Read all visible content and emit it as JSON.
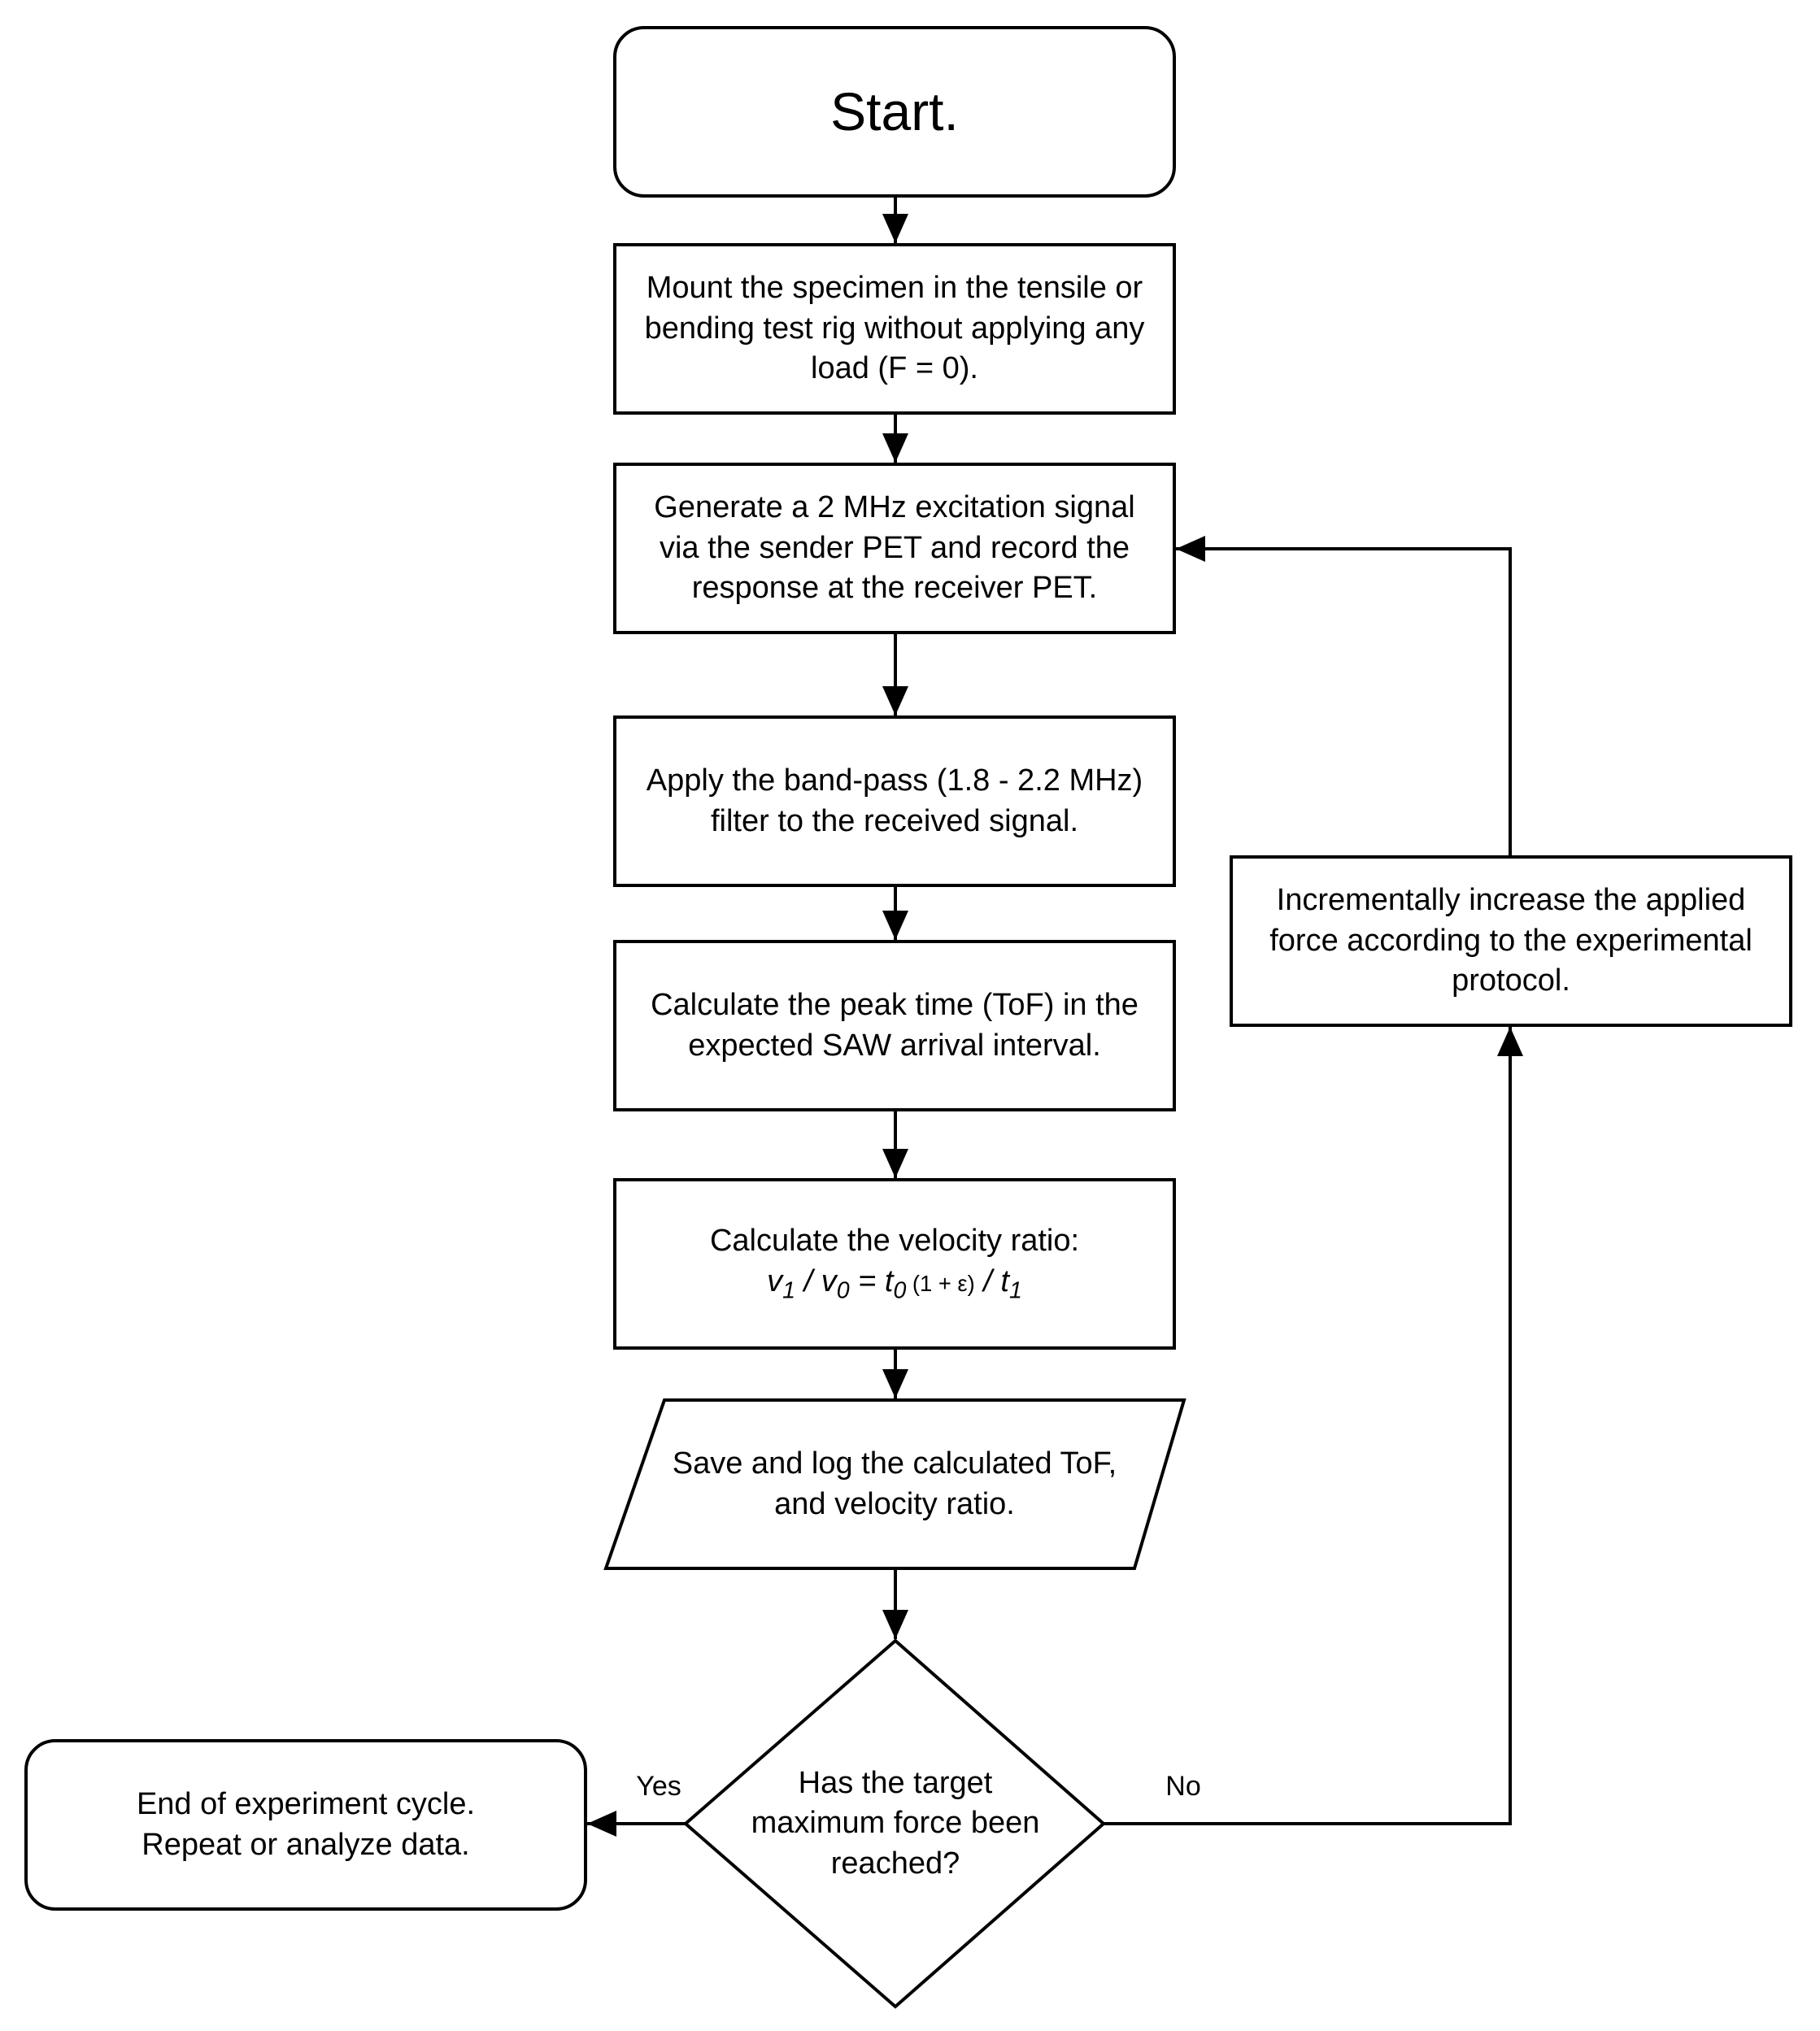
{
  "nodes": {
    "start": "Start.",
    "mount": [
      "Mount the specimen in the tensile or",
      "bending test rig without applying any",
      "load (F = 0)."
    ],
    "generate": [
      "Generate a 2 MHz excitation signal",
      "via the sender PET and record the",
      "response at the receiver PET."
    ],
    "filter": [
      "Apply the band-pass (1.8 - 2.2 MHz)",
      "filter to the received signal."
    ],
    "peak": [
      "Calculate the peak time (ToF) in the",
      "expected SAW arrival interval."
    ],
    "velocity": {
      "line1": "Calculate the velocity ratio:",
      "v": "v",
      "sub1": "1",
      "slash": " / ",
      "v0": "v",
      "sub0": "0",
      "eq": " = ",
      "t": "t",
      "tsub0": "0",
      "eps": " (1 + ε)",
      "slash2": " / ",
      "t1": "t",
      "tsub1": "1"
    },
    "save": [
      "Save and log the calculated ToF,",
      "and velocity ratio."
    ],
    "decision": [
      "Has the target",
      "maximum force been",
      "reached?"
    ],
    "end": [
      "End of experiment cycle.",
      "Repeat or analyze data."
    ],
    "increase": [
      "Incrementally increase the applied",
      "force according to the experimental",
      "protocol."
    ]
  },
  "edges": {
    "yes": "Yes",
    "no": "No"
  }
}
